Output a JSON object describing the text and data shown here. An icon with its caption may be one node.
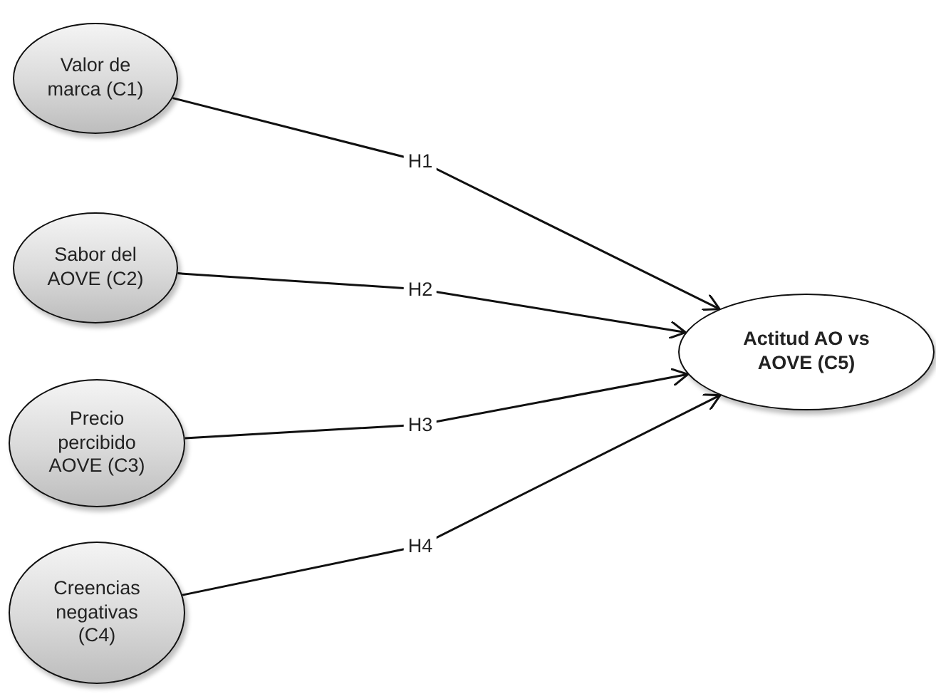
{
  "diagram": {
    "nodes": [
      {
        "text": [
          "Valor de marca (C1)"
        ]
      },
      {
        "text": [
          "Sabor del AOVE (C2)"
        ]
      },
      {
        "text": [
          "Precio percibido AOVE (C3)"
        ]
      },
      {
        "text": [
          "Creencias negativas (C4)"
        ]
      },
      {
        "text": [
          "Actitud AO vs AOVE (C5)"
        ]
      }
    ],
    "edges": [
      {
        "from": 0,
        "to": 4,
        "arrow": "to",
        "label": "H1"
      },
      {
        "from": 1,
        "to": 4,
        "arrow": "to",
        "label": "H2"
      },
      {
        "from": 2,
        "to": 4,
        "arrow": "to",
        "label": "H3"
      },
      {
        "from": 3,
        "to": 4,
        "arrow": "to",
        "label": "H4"
      }
    ]
  }
}
